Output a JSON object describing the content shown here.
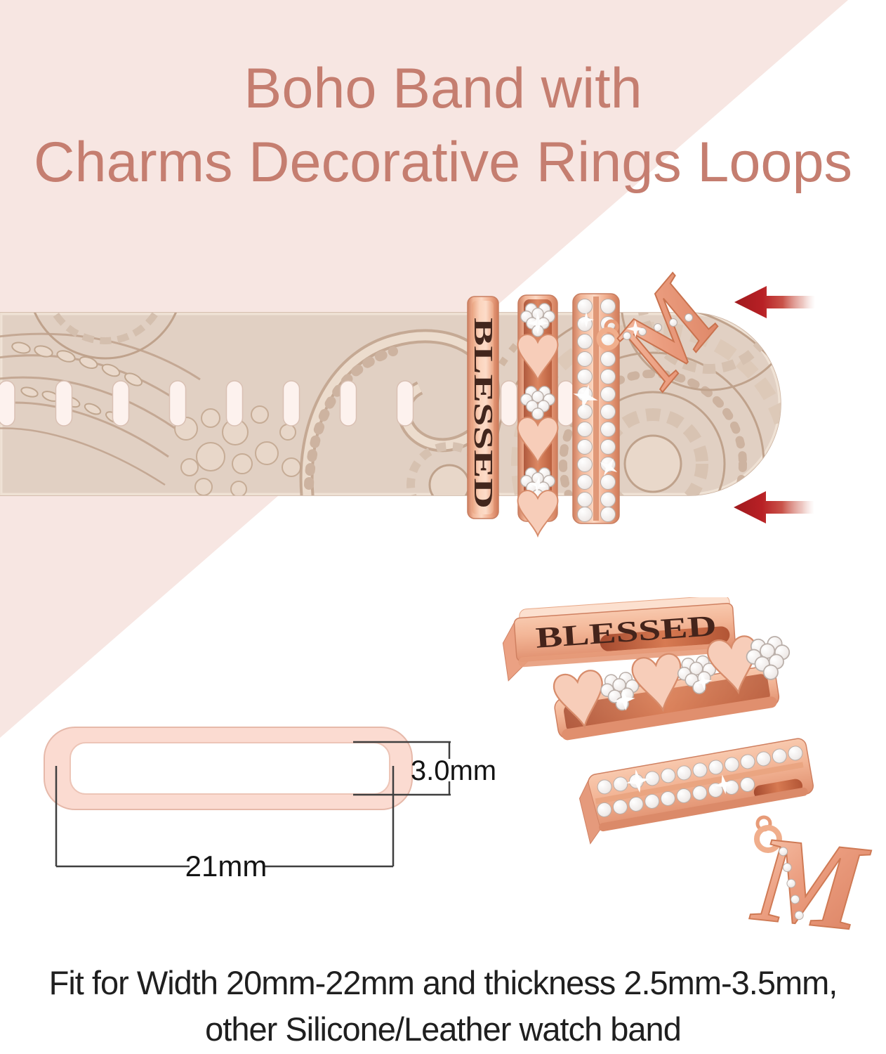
{
  "title": {
    "line1": "Boho Band with",
    "line2": "Charms Decorative Rings Loops"
  },
  "band_photo": {
    "engraving_text": "BLESSED",
    "letter_charm": "M"
  },
  "charm_photos": {
    "blessed_engraving": "BLESSED",
    "letter_charm": "M"
  },
  "size_diagram": {
    "thickness": "3.0mm",
    "width": "21mm"
  },
  "footer": {
    "line1": "Fit for Width 20mm-22mm and thickness 2.5mm-3.5mm,",
    "line2": "other Silicone/Leather watch band"
  },
  "colors": {
    "background_pink": "#f7e6e2",
    "title_text": "#c57e70",
    "band_beige": "#e1d0c3",
    "rose_gold": "#f2b698",
    "arrow_red": "#b11e23",
    "dimension_line": "#3f3f3f",
    "footer_text": "#1f1f1f"
  }
}
